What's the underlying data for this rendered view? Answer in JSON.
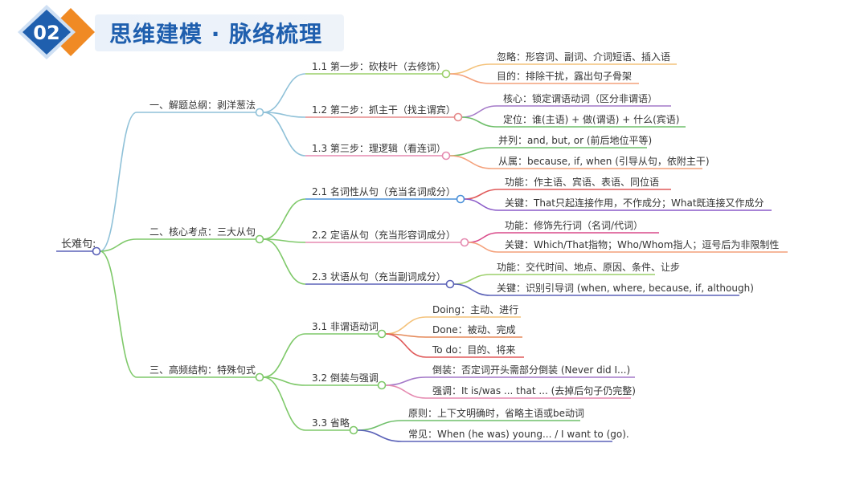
{
  "header": {
    "number": "02",
    "title": "思维建模 · 脉络梳理"
  },
  "colors": {
    "brand_blue": "#1f5fae",
    "brand_orange": "#f08a24",
    "root": "#5b62b8",
    "branch_1": "#8fc1d8",
    "branch_2": "#7fc96a",
    "branch_3": "#7fc96a"
  },
  "root": {
    "label": "长难句:"
  },
  "branches": [
    {
      "label": "一、解题总纲：剥洋葱法",
      "color": "#8fc1d8",
      "children": [
        {
          "label": "1.1 第一步：砍枝叶（去修饰）",
          "color": "#9ccf6a",
          "leaves": [
            {
              "label": "忽略：形容词、副词、介词短语、插入语",
              "color": "#f4c27a"
            },
            {
              "label": "目的：排除干扰，露出句子骨架",
              "color": "#f4a07a"
            }
          ]
        },
        {
          "label": "1.2 第二步：抓主干（找主谓宾）",
          "color": "#e58a8a",
          "leaves": [
            {
              "label": "核心：锁定谓语动词（区分非谓语）",
              "color": "#a479c8"
            },
            {
              "label": "定位：谁(主语) + 做(谓语) + 什么(宾语)",
              "color": "#6fbf6a"
            }
          ]
        },
        {
          "label": "1.3 第三步：理逻辑（看连词）",
          "color": "#e58ab0",
          "leaves": [
            {
              "label": "并列：and, but, or (前后地位平等)",
              "color": "#6fbf6a"
            },
            {
              "label": "从属：because, if, when (引导从句，依附主干)",
              "color": "#f4a07a"
            }
          ]
        }
      ]
    },
    {
      "label": "二、核心考点：三大从句",
      "color": "#7fc96a",
      "children": [
        {
          "label": "2.1 名词性从句（充当名词成分）",
          "color": "#4a90d9",
          "leaves": [
            {
              "label": "功能：作主语、宾语、表语、同位语",
              "color": "#e05a5a"
            },
            {
              "label": "关键：That只起连接作用，不作成分；What既连接又作成分",
              "color": "#8a5ac8"
            }
          ]
        },
        {
          "label": "2.2 定语从句（充当形容词成分）",
          "color": "#e58ab0",
          "leaves": [
            {
              "label": "功能：修饰先行词（名词/代词）",
              "color": "#d94a8a"
            },
            {
              "label": "关键：Which/That指物；Who/Whom指人；逗号后为非限制性",
              "color": "#f4a07a"
            }
          ]
        },
        {
          "label": "2.3 状语从句（充当副词成分）",
          "color": "#5b62b8",
          "leaves": [
            {
              "label": "功能：交代时间、地点、原因、条件、让步",
              "color": "#9ccf6a"
            },
            {
              "label": "关键：识别引导词 (when, where, because, if, although)",
              "color": "#5b62b8"
            }
          ]
        }
      ]
    },
    {
      "label": "三、高频结构：特殊句式",
      "color": "#7fc96a",
      "children": [
        {
          "label": "3.1 非谓语动词",
          "color": "#7fc96a",
          "leaves": [
            {
              "label": "Doing：主动、进行",
              "color": "#f4c27a"
            },
            {
              "label": "Done：被动、完成",
              "color": "#e58a5a"
            },
            {
              "label": "To do：目的、将来",
              "color": "#e05a5a"
            }
          ]
        },
        {
          "label": "3.2 倒装与强调",
          "color": "#7fc96a",
          "leaves": [
            {
              "label": "倒装：否定词开头需部分倒装 (Never did I...)",
              "color": "#a479c8"
            },
            {
              "label": "强调：It is/was ... that ... (去掉后句子仍完整)",
              "color": "#e58ab0"
            }
          ]
        },
        {
          "label": "3.3 省略",
          "color": "#7fc96a",
          "leaves": [
            {
              "label": "原则：上下文明确时，省略主语或be动词",
              "color": "#6fbf6a"
            },
            {
              "label": "常见：When (he was) young... / I want to (go).",
              "color": "#5b62b8"
            }
          ]
        }
      ]
    }
  ]
}
